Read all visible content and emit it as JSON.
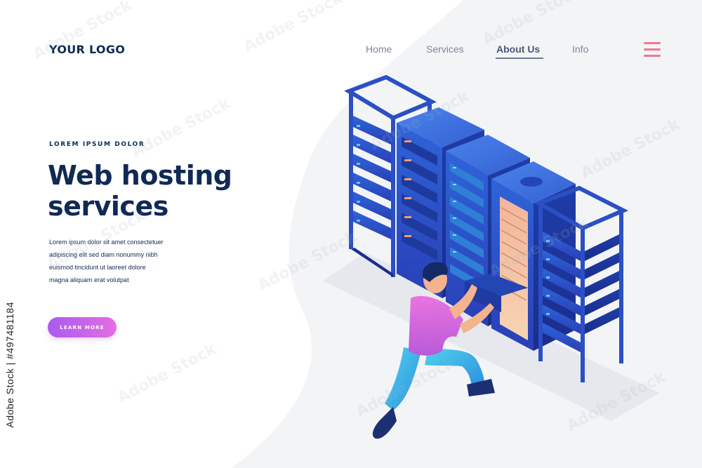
{
  "header": {
    "logo": "YOUR LOGO",
    "nav": [
      {
        "label": "Home",
        "active": false
      },
      {
        "label": "Services",
        "active": false
      },
      {
        "label": "About Us",
        "active": true
      },
      {
        "label": "Info",
        "active": false
      }
    ],
    "menu_icon": "hamburger-icon"
  },
  "hero": {
    "eyebrow": "LOREM IPSUM DOLOR",
    "title_lines": [
      "Web hosting",
      "services"
    ],
    "body_lines": [
      "Lorem ipsum dolor sit amet consectetuer",
      "adipiscing elit sed diam nonummy nibh",
      "euismod tincidunt ut laoreet dolore",
      "magna aliquam erat volutpat"
    ],
    "cta": "LEARN MORE"
  },
  "illustration": "server-racks-technician-illustration",
  "stock_id": "Adobe Stock | #497481184",
  "watermark": "Adobe Stock",
  "colors": {
    "navy": "#102a54",
    "accent_pink": "#f0778f",
    "cta_start": "#a95bf0",
    "cta_end": "#e46ee0",
    "rack_blue": "#2b53c8",
    "server_front": "#2f7fd6",
    "shirt_pink": "#d166d8",
    "pants_blue": "#3cc0e8"
  }
}
